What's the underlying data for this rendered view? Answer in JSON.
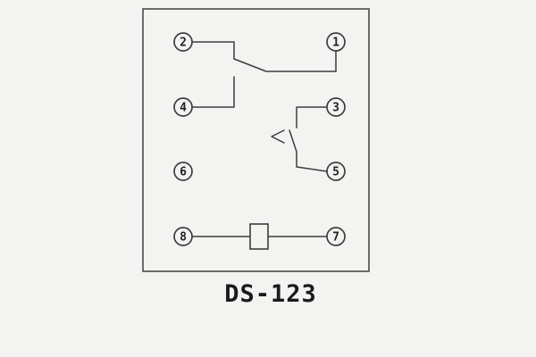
{
  "title": "DS-123",
  "terminals": {
    "t1": "1",
    "t2": "2",
    "t3": "3",
    "t4": "4",
    "t5": "5",
    "t6": "6",
    "t7": "7",
    "t8": "8"
  },
  "colors": {
    "line": "#3d3d3d",
    "background": "#f3f3f1",
    "label": "#1b1b1b"
  }
}
